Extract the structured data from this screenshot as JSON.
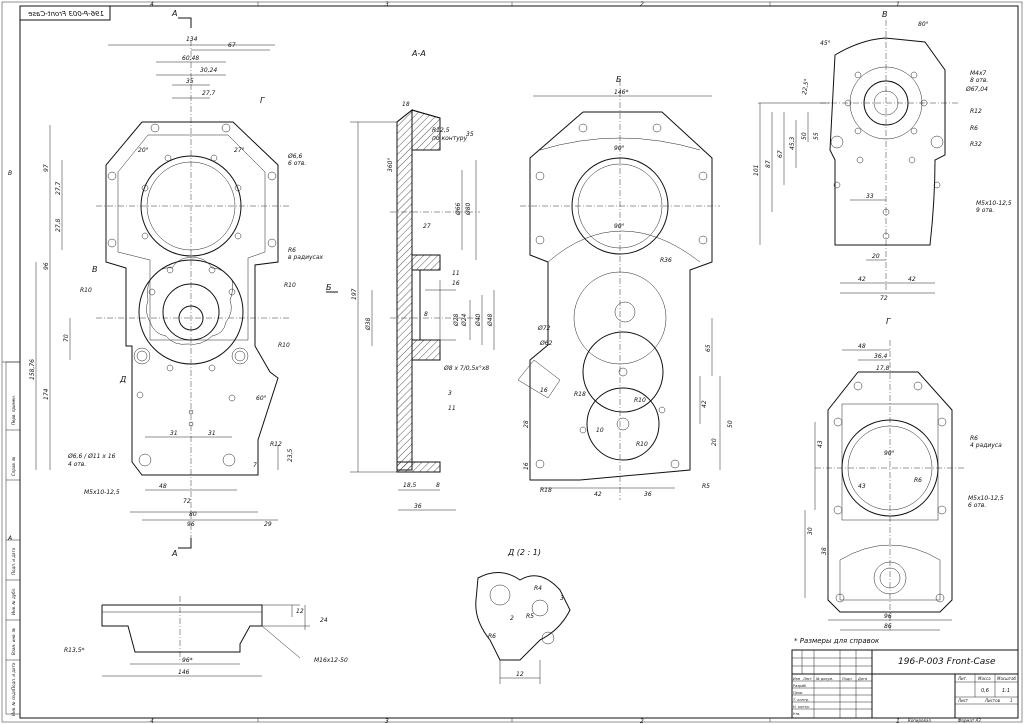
{
  "drawing_code": "196-P-003 Front-Case",
  "stamp_code_mirrored": "196-P-003 Front-Case",
  "zone_numbers": [
    "4",
    "3",
    "2",
    "1"
  ],
  "zone_letters": [
    "B",
    "A"
  ],
  "views": {
    "section_aa": "А-А",
    "view_b": "Б",
    "view_v": "В",
    "view_g": "Г",
    "detail_d": "Д (2 : 1)",
    "cut_mark_a": "А",
    "arrow_b": "Б",
    "arrow_v": "В",
    "arrow_g": "Г",
    "arrow_d": "Д"
  },
  "main_view": {
    "dims": [
      "134",
      "67",
      "60,48",
      "30,24",
      "35",
      "27,7",
      "97",
      "27,7",
      "27,8",
      "96",
      "70",
      "158,76",
      "174",
      "31",
      "31",
      "48",
      "72",
      "80",
      "96",
      "29",
      "23,5",
      "7",
      "60°",
      "20°",
      "27°"
    ],
    "notes": [
      "Ø6,6",
      "6 отв.",
      "R6",
      "в радиусах",
      "R10",
      "R10",
      "R10",
      "R12",
      "Ø6,6 / Ø11 x 16",
      "4 отв.",
      "M5x10-12,5"
    ]
  },
  "section_aa": {
    "dims": [
      "18",
      "35",
      "360°",
      "27",
      "Ø66",
      "Ø80",
      "11",
      "16",
      "Ø38",
      "8",
      "Ø28",
      "Ø24",
      "Ø40",
      "Ø48",
      "3",
      "11",
      "18,5",
      "8",
      "36",
      "197"
    ],
    "notes": [
      "R12,5",
      "по контуру",
      "Ø8 x 7/0,5x°x8"
    ]
  },
  "view_b": {
    "dims": [
      "146*",
      "90°",
      "90°",
      "R36",
      "Ø72",
      "Ø62",
      "16",
      "R18",
      "R10",
      "10",
      "28",
      "50",
      "65",
      "20",
      "42",
      "36",
      "R10",
      "16",
      "R5",
      "42",
      "R18"
    ]
  },
  "view_v": {
    "dims": [
      "45°",
      "80°",
      "22,5°",
      "55",
      "50",
      "45,3",
      "67",
      "87",
      "101",
      "33",
      "20",
      "42",
      "42",
      "72"
    ],
    "notes": [
      "M4x7",
      "8 отв.",
      "Ø67,04",
      "R12",
      "R6",
      "R32",
      "M5x10-12,5",
      "9 отв."
    ]
  },
  "view_g": {
    "dims": [
      "48",
      "36,4",
      "17,8",
      "90°",
      "43",
      "43",
      "R6",
      "30",
      "38",
      "96",
      "86"
    ],
    "notes": [
      "R6",
      "4 радиуса",
      "M5x10-12,5",
      "6 отв."
    ]
  },
  "flange_view": {
    "dims": [
      "12",
      "24",
      "96*",
      "146",
      "R13,5*"
    ],
    "notes": [
      "M16x12-50"
    ]
  },
  "detail_d": {
    "dims": [
      "R4",
      "R5",
      "12",
      "R6",
      "2",
      "3"
    ]
  },
  "footnote": "* Размеры для справок",
  "title_block": {
    "code": "196-P-003 Front-Case",
    "headers": [
      "Изм",
      "Лист",
      "№ докум.",
      "Подп.",
      "Дата"
    ],
    "roles": [
      "Разраб.",
      "Пров.",
      "Т. контр.",
      "Н. контр.",
      "Утв."
    ],
    "lit_label": "Лит.",
    "mass_label": "Масса",
    "scale_label": "Масштаб",
    "mass": "0,6",
    "scale": "1:1",
    "sheet_label": "Лист",
    "sheets_label": "Листов",
    "sheets": "1",
    "copied": "Копировал",
    "format": "Формат A3"
  },
  "left_stamps": [
    "Перв. примен.",
    "Справ. №",
    "Подп. и дата",
    "Инв. № дубл.",
    "Взам. инв. №",
    "Подп. и дата",
    "Инв. № подл."
  ]
}
